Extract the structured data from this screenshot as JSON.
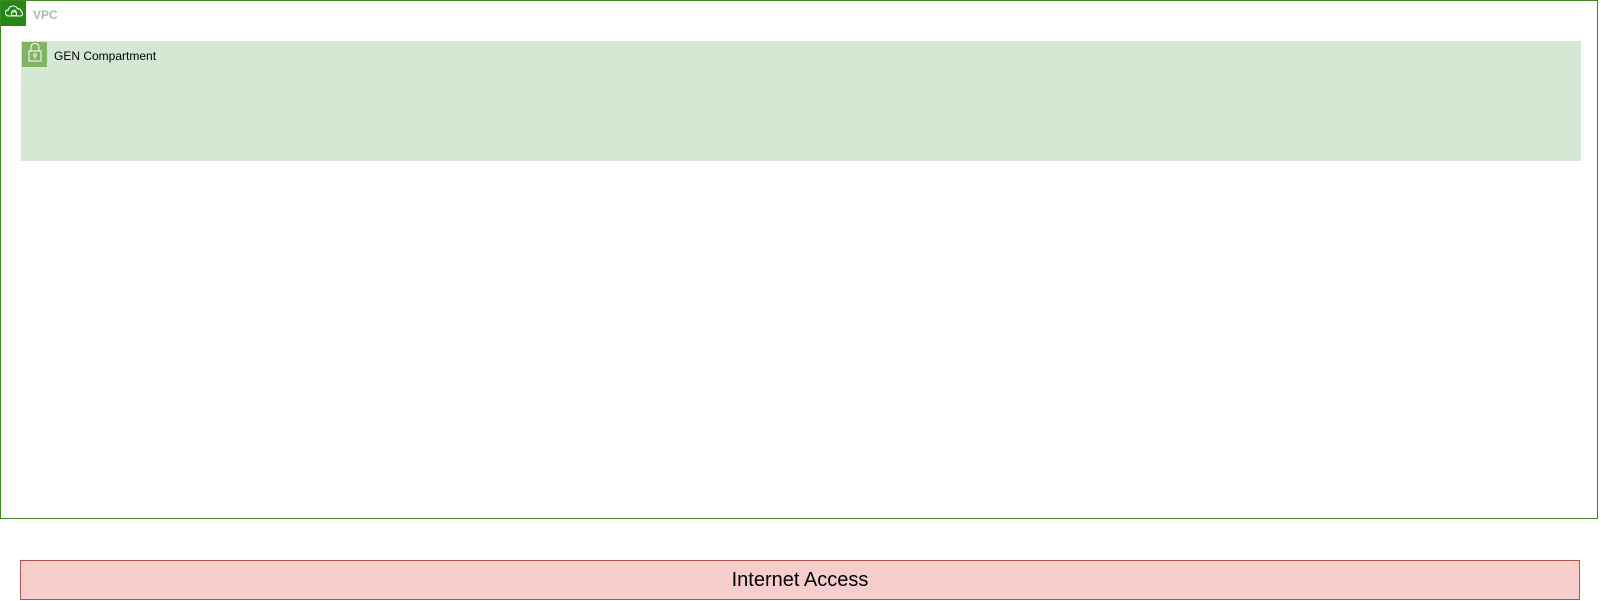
{
  "vpc": {
    "label": "VPC",
    "icon": "vpc-cloud-lock-icon",
    "border_color": "#3f8624",
    "badge_color": "#248814",
    "label_color": "#aab7b8"
  },
  "compartment": {
    "label": "GEN Compartment",
    "icon": "padlock-icon",
    "fill_color": "#d5e8d4",
    "badge_color": "#82b366"
  },
  "internet_access": {
    "label": "Internet Access",
    "fill_color": "#f8cecc",
    "border_color": "#b85450"
  }
}
